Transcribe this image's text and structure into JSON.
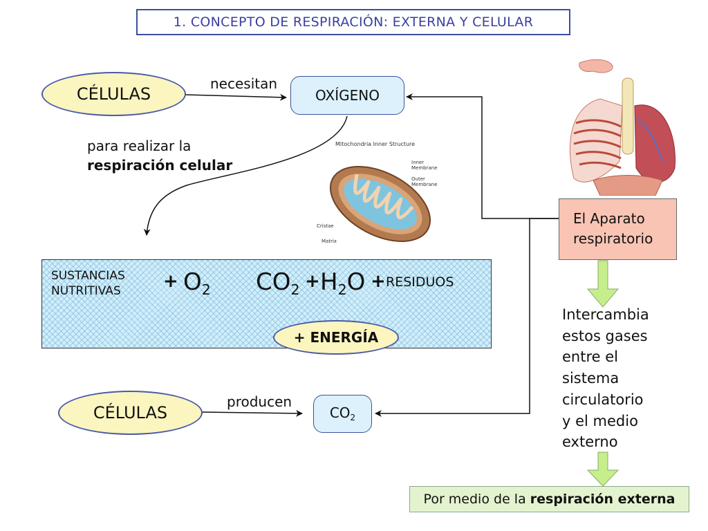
{
  "title": "1. CONCEPTO DE RESPIRACIÓN: EXTERNA Y CELULAR",
  "top": {
    "cells": "CÉLULAS",
    "verb": "necesitan",
    "target": "OXÍGENO"
  },
  "purpose": {
    "line1": "para realizar la",
    "line2": "respiración celular"
  },
  "equation": {
    "reactant1_l1": "SUSTANCIAS",
    "reactant1_l2": "NUTRITIVAS",
    "plus": "+",
    "o2_main": "O",
    "o2_sub": "2",
    "co2_main": "CO",
    "co2_sub": "2",
    "h2o_h": "H",
    "h2o_sub": "2",
    "h2o_o": "O",
    "residues": "RESIDUOS",
    "energy": "+ ENERGÍA"
  },
  "bottom": {
    "cells": "CÉLULAS",
    "verb": "producen",
    "target_main": "CO",
    "target_sub": "2"
  },
  "apparatus": {
    "line1": "El Aparato",
    "line2": "respiratorio"
  },
  "exchange": [
    "Intercambia",
    "estos gases",
    "entre el",
    "sistema",
    "circulatorio",
    "y el medio",
    "externo"
  ],
  "footer": {
    "prefix": "Por medio de la",
    "bold": "respiración externa"
  },
  "mitochondria": {
    "title": "Mitochondria Inner Structure",
    "labels": [
      "Inner",
      "Membrane",
      "Outer",
      "Membrane",
      "Cristae",
      "Matrix"
    ]
  },
  "colors": {
    "ellipse_fill": "#fbf5bf",
    "box_fill": "#dcf1fb",
    "apparatus_fill": "#f9c4b4",
    "footer_fill": "#e4f3cf",
    "arrow_fill": "#c6ee8c"
  }
}
